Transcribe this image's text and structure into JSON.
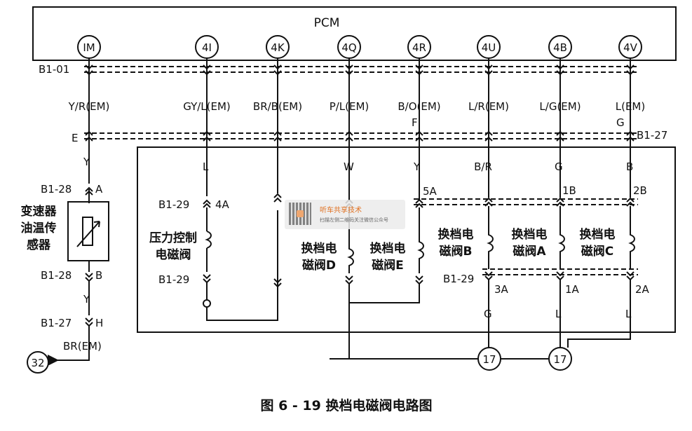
{
  "pcm_label": "PCM",
  "pcm_pins": [
    "IM",
    "4I",
    "4K",
    "4Q",
    "4R",
    "4U",
    "4B",
    "4V"
  ],
  "wire_colors_em": [
    "Y/R(EM)",
    "GY/L(EM)",
    "BR/B(EM)",
    "P/L(EM)",
    "B/O(EM)",
    "L/R(EM)",
    "L/G(EM)",
    "L(EM)"
  ],
  "connector_labels": {
    "b1_01": "B1-01",
    "b1_27_right": "B1-27",
    "e": "E",
    "f": "F",
    "g": "G",
    "b1_28_top": "B1-28",
    "a": "A",
    "b1_28_bottom": "B1-28",
    "b": "B",
    "b1_27_bottom": "B1-27",
    "h": "H",
    "b1_29_top": "B1-29",
    "pin_4a": "4A",
    "b1_29_mid": "B1-29",
    "pin_5a": "5A",
    "pin_1b": "1B",
    "pin_2b": "2B",
    "b1_29_right": "B1-29",
    "pin_3a": "3A",
    "pin_1a": "1A",
    "pin_2a": "2A"
  },
  "inner_wire_colors": {
    "y_left_1": "Y",
    "y_left_2": "Y",
    "l": "L",
    "w": "W",
    "y": "Y",
    "br": "B/R",
    "g": "G",
    "b": "B",
    "g_bottom": "G",
    "l_bottom_1": "L",
    "l_bottom_2": "L",
    "br_em": "BR(EM)"
  },
  "components": {
    "sensor": [
      "变速器",
      "油温传",
      "感器"
    ],
    "pressure_valve": [
      "压力控制",
      "电磁阀"
    ],
    "valve_d": [
      "换档电",
      "磁阀D"
    ],
    "valve_e": [
      "换档电",
      "磁阀E"
    ],
    "valve_b": [
      "换档电",
      "磁阀B"
    ],
    "valve_a": [
      "换档电",
      "磁阀A"
    ],
    "valve_c": [
      "换档电",
      "磁阀C"
    ]
  },
  "grounds": [
    "32",
    "17",
    "17"
  ],
  "caption": "图 6 - 19   换档电磁阀电路图",
  "watermark": {
    "title": "听车共享技术",
    "subtitle": "扫描左侧二维码关注微信公众号"
  }
}
